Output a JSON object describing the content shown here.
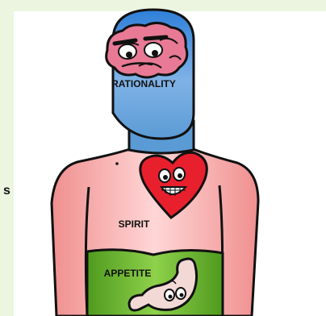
{
  "labels": {
    "head": "RATIONALITY",
    "chest": "SPIRIT",
    "belly": "APPETITE",
    "edge_fragment": "s"
  },
  "colors": {
    "background": "#ebf5df",
    "panel": "#ffffff",
    "head": "#5b9bd5",
    "head_light": "#9ec9f0",
    "torso": "#f08f8f",
    "torso_light": "#ffd6d6",
    "belly": "#6fb62f",
    "brain": "#e87a95",
    "heart": "#e8202d",
    "stomach": "#f3d9d6",
    "outline": "#111111"
  }
}
